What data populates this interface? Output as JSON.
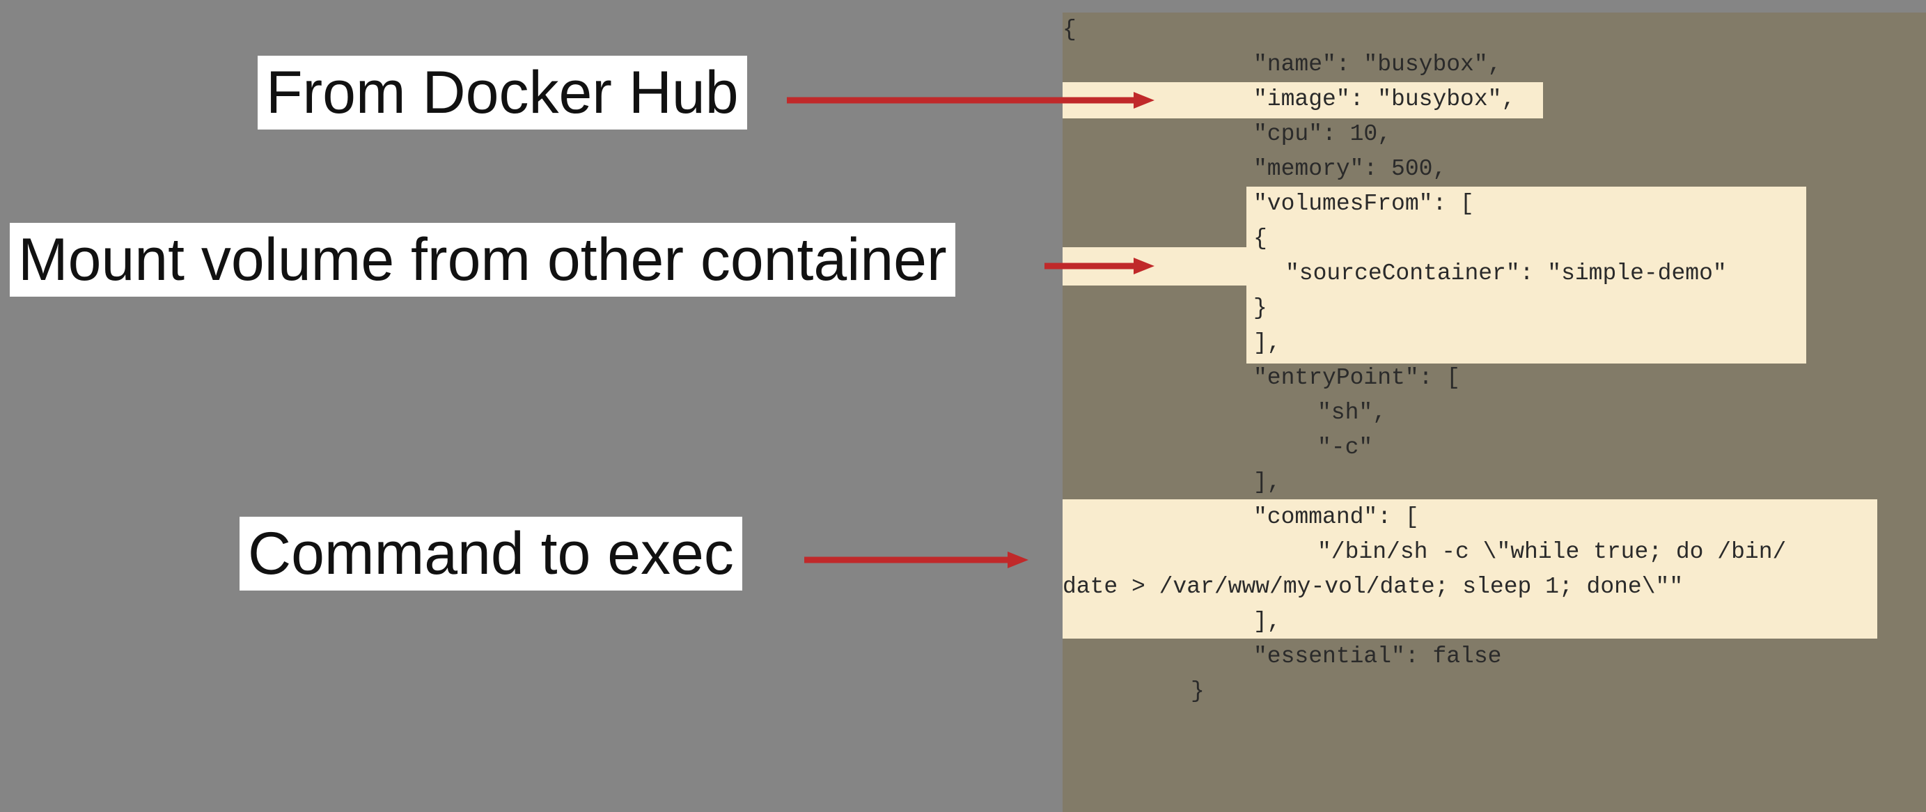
{
  "annotations": {
    "docker_hub": "From Docker Hub",
    "mount_volume": "Mount volume from other container",
    "command": "Command to exec"
  },
  "colors": {
    "background": "#858585",
    "code_background": "#827b68",
    "highlight": "#f9ecce",
    "arrow": "#c0292a"
  },
  "code": {
    "l01": "{",
    "l02": "\"name\": \"busybox\",",
    "l03": "\"image\": \"busybox\",",
    "l04": "\"cpu\": 10,",
    "l05": "\"memory\": 500,",
    "l06": "\"volumesFrom\": [",
    "l07": "{",
    "l08": "\"sourceContainer\": \"simple-demo\"",
    "l09": "}",
    "l10": "],",
    "l11": "\"entryPoint\": [",
    "l12": "\"sh\",",
    "l13": "\"-c\"",
    "l14": "],",
    "l15": "\"command\": [",
    "l16": "\"/bin/sh -c \\\"while true; do /bin/",
    "l17": "date > /var/www/my-vol/date; sleep 1; done\\\"\"",
    "l18": "],",
    "l19": "\"essential\": false",
    "l20": "}"
  }
}
